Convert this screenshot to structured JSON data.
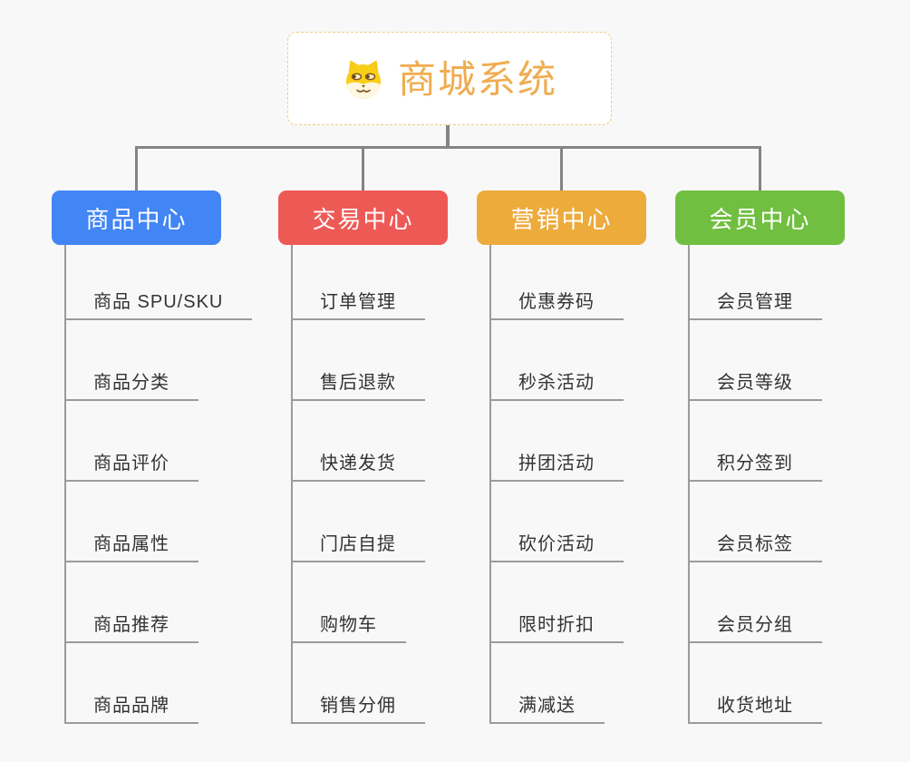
{
  "root": {
    "title": "商城系统",
    "icon": "dog-face-icon",
    "title_color": "#F0AC50",
    "border_color": "#F3C987"
  },
  "connector_color": "#848484",
  "categories": [
    {
      "label": "商品中心",
      "color": "#4285F4",
      "children": [
        "商品 SPU/SKU",
        "商品分类",
        "商品评价",
        "商品属性",
        "商品推荐",
        "商品品牌"
      ]
    },
    {
      "label": "交易中心",
      "color": "#ED5A56",
      "children": [
        "订单管理",
        "售后退款",
        "快递发货",
        "门店自提",
        "购物车",
        "销售分佣"
      ]
    },
    {
      "label": "营销中心",
      "color": "#EDAB3C",
      "children": [
        "优惠券码",
        "秒杀活动",
        "拼团活动",
        "砍价活动",
        "限时折扣",
        "满减送"
      ]
    },
    {
      "label": "会员中心",
      "color": "#70BF40",
      "children": [
        "会员管理",
        "会员等级",
        "积分签到",
        "会员标签",
        "会员分组",
        "收货地址"
      ]
    }
  ]
}
